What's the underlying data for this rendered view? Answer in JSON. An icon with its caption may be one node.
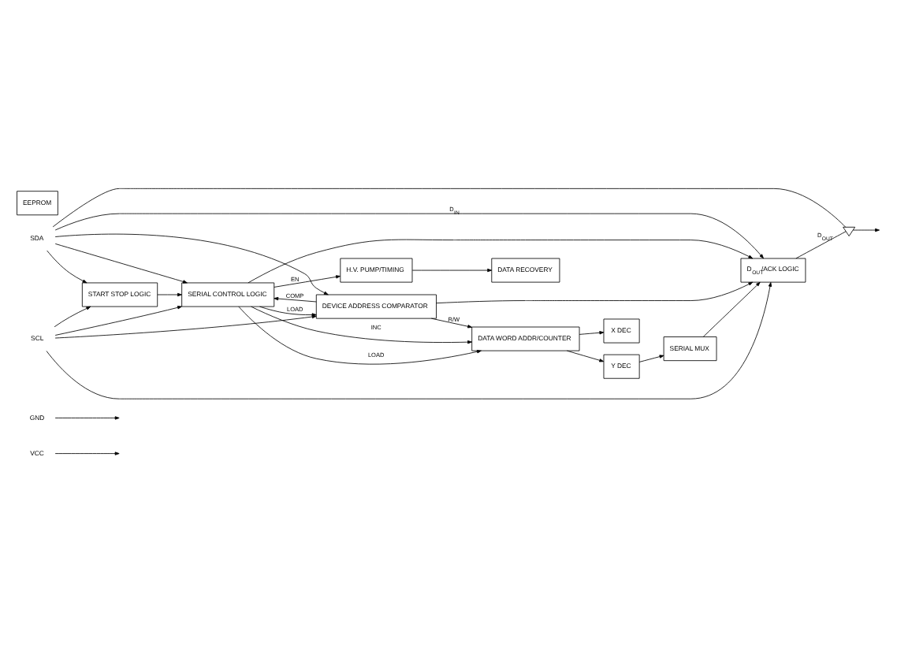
{
  "diagram": {
    "nodes": [
      {
        "text": [
          "VCC"
        ]
      },
      {
        "text": [
          "GND"
        ]
      },
      {
        "text": [
          "SCL"
        ]
      },
      {
        "text": [
          "SDA"
        ]
      },
      {
        "text": [
          "START STOP LOGIC"
        ]
      },
      {
        "text": [
          "SERIAL CONTROL LOGIC"
        ]
      },
      {
        "text": [
          "H.V. PUMP/TIMING"
        ]
      },
      {
        "text": [
          "DEVICE ADDRESS COMPARATOR"
        ]
      },
      {
        "text": [
          "DATA WORD ADDR/COUNTER"
        ]
      },
      {
        "text": [
          "Y DEC"
        ]
      },
      {
        "text": [
          "DATA RECOVERY"
        ]
      },
      {
        "text": [
          "X DEC"
        ]
      },
      {
        "text": [
          "EEPROM"
        ]
      },
      {
        "text": [
          "SERIAL MUX"
        ]
      },
      {
        "text": [
          "D$_{OUT}$/ACK LOGIC"
        ]
      },
      {
        "text": [],
        "shape": "transistor"
      }
    ],
    "edges": [
      {
        "from": 0,
        "to": null,
        "arrow": "to"
      },
      {
        "from": 1,
        "to": null,
        "arrow": "to"
      },
      {
        "from": 2,
        "to": 4,
        "arrow": "to"
      },
      {
        "from": 3,
        "to": 4,
        "arrow": "to"
      },
      {
        "from": 4,
        "to": 5,
        "arrow": "to"
      },
      {
        "from": 2,
        "to": 5,
        "arrow": "to"
      },
      {
        "from": 3,
        "to": 5,
        "arrow": "to"
      },
      {
        "from": 5,
        "to": 7,
        "arrow": "to",
        "label": "LOAD"
      },
      {
        "from": 3,
        "to": 7,
        "arrow": "to"
      },
      {
        "from": 2,
        "to": 7,
        "arrow": "to"
      },
      {
        "from": 7,
        "to": 5,
        "arrow": "to",
        "label": "COMP"
      },
      {
        "from": 5,
        "to": 8,
        "arrow": "to",
        "label": "LOAD"
      },
      {
        "from": 5,
        "to": 8,
        "arrow": "to",
        "label": "INC"
      },
      {
        "from": 7,
        "to": 8,
        "arrow": "to",
        "label": "R/W"
      },
      {
        "from": 5,
        "to": 6,
        "arrow": "to",
        "label": "EN"
      },
      {
        "from": 6,
        "to": 10,
        "arrow": "to"
      },
      {
        "from": 8,
        "to": 11,
        "arrow": "to"
      },
      {
        "from": 8,
        "to": 9,
        "arrow": "to"
      },
      {
        "from": 9,
        "to": 13,
        "arrow": "to"
      },
      {
        "from": 13,
        "to": 14,
        "arrow": "to"
      },
      {
        "from": 5,
        "to": 14,
        "arrow": "to"
      },
      {
        "from": 7,
        "to": 14,
        "arrow": "to"
      },
      {
        "from": 3,
        "to": 14,
        "arrow": "to",
        "label": "D$_{IN}$"
      },
      {
        "from": 2,
        "to": 14,
        "arrow": "to"
      },
      {
        "from": 14,
        "to": 15,
        "arrow": "none",
        "label": "D$_{OUT}$"
      },
      {
        "from": 3,
        "to": 15,
        "arrow": "none"
      },
      {
        "from": 15,
        "to": null,
        "arrow": "to"
      }
    ]
  }
}
